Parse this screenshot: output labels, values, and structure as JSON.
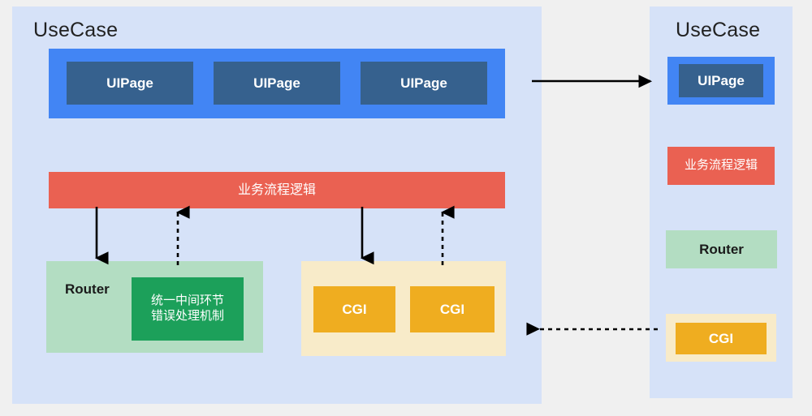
{
  "diagram": {
    "background_color": "#f0f0f0",
    "panel_color": "#d6e2f8",
    "accent_colors": {
      "blue_group": "#4285f4",
      "blue_card": "#36618e",
      "red": "#ea6152",
      "green_light": "#b3ddc2",
      "green_dark": "#1ca05a",
      "cream": "#f8ebc9",
      "orange": "#efad20",
      "arrow": "#000000"
    }
  },
  "left_panel": {
    "title": "UseCase",
    "ui_layer": {
      "pages": [
        {
          "label": "UIPage"
        },
        {
          "label": "UIPage"
        },
        {
          "label": "UIPage"
        }
      ]
    },
    "business_logic": {
      "label": "业务流程逻辑"
    },
    "router_group": {
      "label": "Router",
      "inner": {
        "line1": "统一中间环节",
        "line2": "错误处理机制"
      }
    },
    "cgi_group": {
      "items": [
        {
          "label": "CGI"
        },
        {
          "label": "CGI"
        }
      ]
    },
    "connectors": [
      {
        "name": "business-to-router",
        "style": "solid",
        "direction": "down"
      },
      {
        "name": "router-to-business",
        "style": "dashed",
        "direction": "up"
      },
      {
        "name": "business-to-cgi",
        "style": "solid",
        "direction": "down"
      },
      {
        "name": "cgi-to-business",
        "style": "dashed",
        "direction": "up"
      }
    ]
  },
  "right_panel": {
    "title": "UseCase",
    "ui_page": {
      "label": "UIPage"
    },
    "business_logic": {
      "label": "业务流程逻辑"
    },
    "router": {
      "label": "Router"
    },
    "cgi": {
      "label": "CGI"
    }
  },
  "cross_connectors": [
    {
      "name": "left-to-right-request",
      "style": "solid",
      "direction": "right"
    },
    {
      "name": "right-to-left-response",
      "style": "dashed",
      "direction": "left"
    }
  ]
}
